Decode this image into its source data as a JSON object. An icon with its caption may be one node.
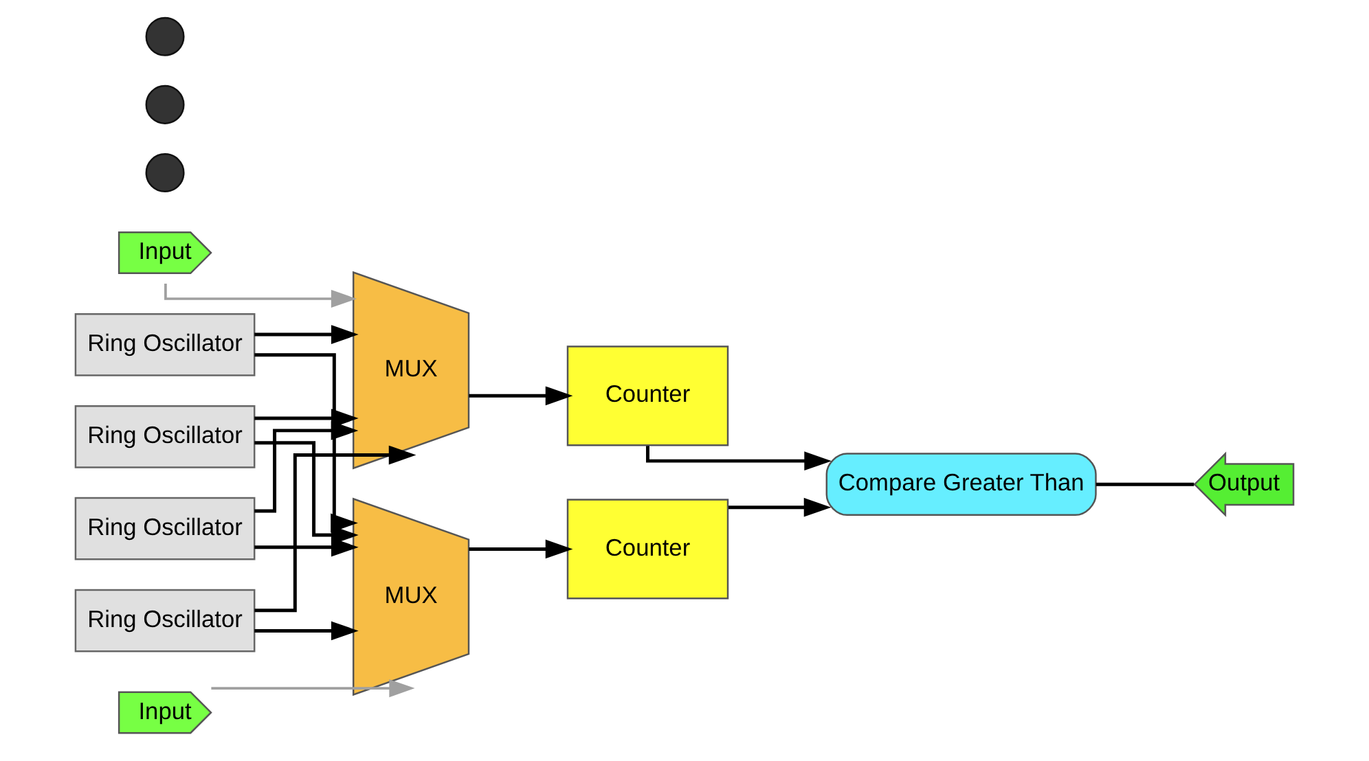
{
  "diagram": {
    "nodes": [
      {
        "text": [
          "Ring Oscillator"
        ]
      },
      {
        "text": [
          "Ring Oscillator"
        ]
      },
      {
        "text": [
          "Ring Oscillator"
        ]
      },
      {
        "text": [],
        "shape": "circle"
      },
      {
        "text": [],
        "shape": "circle"
      },
      {
        "text": [],
        "shape": "circle"
      },
      {
        "text": [
          "Ring Oscillator"
        ]
      },
      {
        "text": [
          "MUX"
        ]
      },
      {
        "text": [
          "MUX"
        ]
      },
      {
        "text": [
          "Counter"
        ]
      },
      {
        "text": [
          "Counter"
        ]
      },
      {
        "text": [
          "Compare Greater Than"
        ]
      },
      {
        "text": [
          "Output"
        ]
      },
      {
        "text": [
          "Input"
        ]
      },
      {
        "text": [
          "Input"
        ]
      }
    ],
    "edges": [
      {
        "from": 0,
        "to": 7,
        "arrow": "to"
      },
      {
        "from": 1,
        "to": 7,
        "arrow": "to"
      },
      {
        "from": 2,
        "to": 7,
        "arrow": "to"
      },
      {
        "from": 6,
        "to": 7,
        "arrow": "to"
      },
      {
        "from": 0,
        "to": 8,
        "arrow": "to"
      },
      {
        "from": 1,
        "to": 8,
        "arrow": "to"
      },
      {
        "from": 2,
        "to": 8,
        "arrow": "to"
      },
      {
        "from": 6,
        "to": 8,
        "arrow": "to"
      },
      {
        "from": 7,
        "to": 9,
        "arrow": "to"
      },
      {
        "from": 8,
        "to": 10,
        "arrow": "to"
      },
      {
        "from": 9,
        "to": 11,
        "arrow": "to"
      },
      {
        "from": 10,
        "to": 11,
        "arrow": "to"
      },
      {
        "from": 11,
        "to": 12,
        "arrow": "none"
      },
      {
        "from": 13,
        "to": 8,
        "arrow": "to",
        "color": "#a0a0a0"
      },
      {
        "from": 14,
        "to": 7,
        "arrow": "to",
        "color": "#a0a0a0"
      }
    ]
  }
}
